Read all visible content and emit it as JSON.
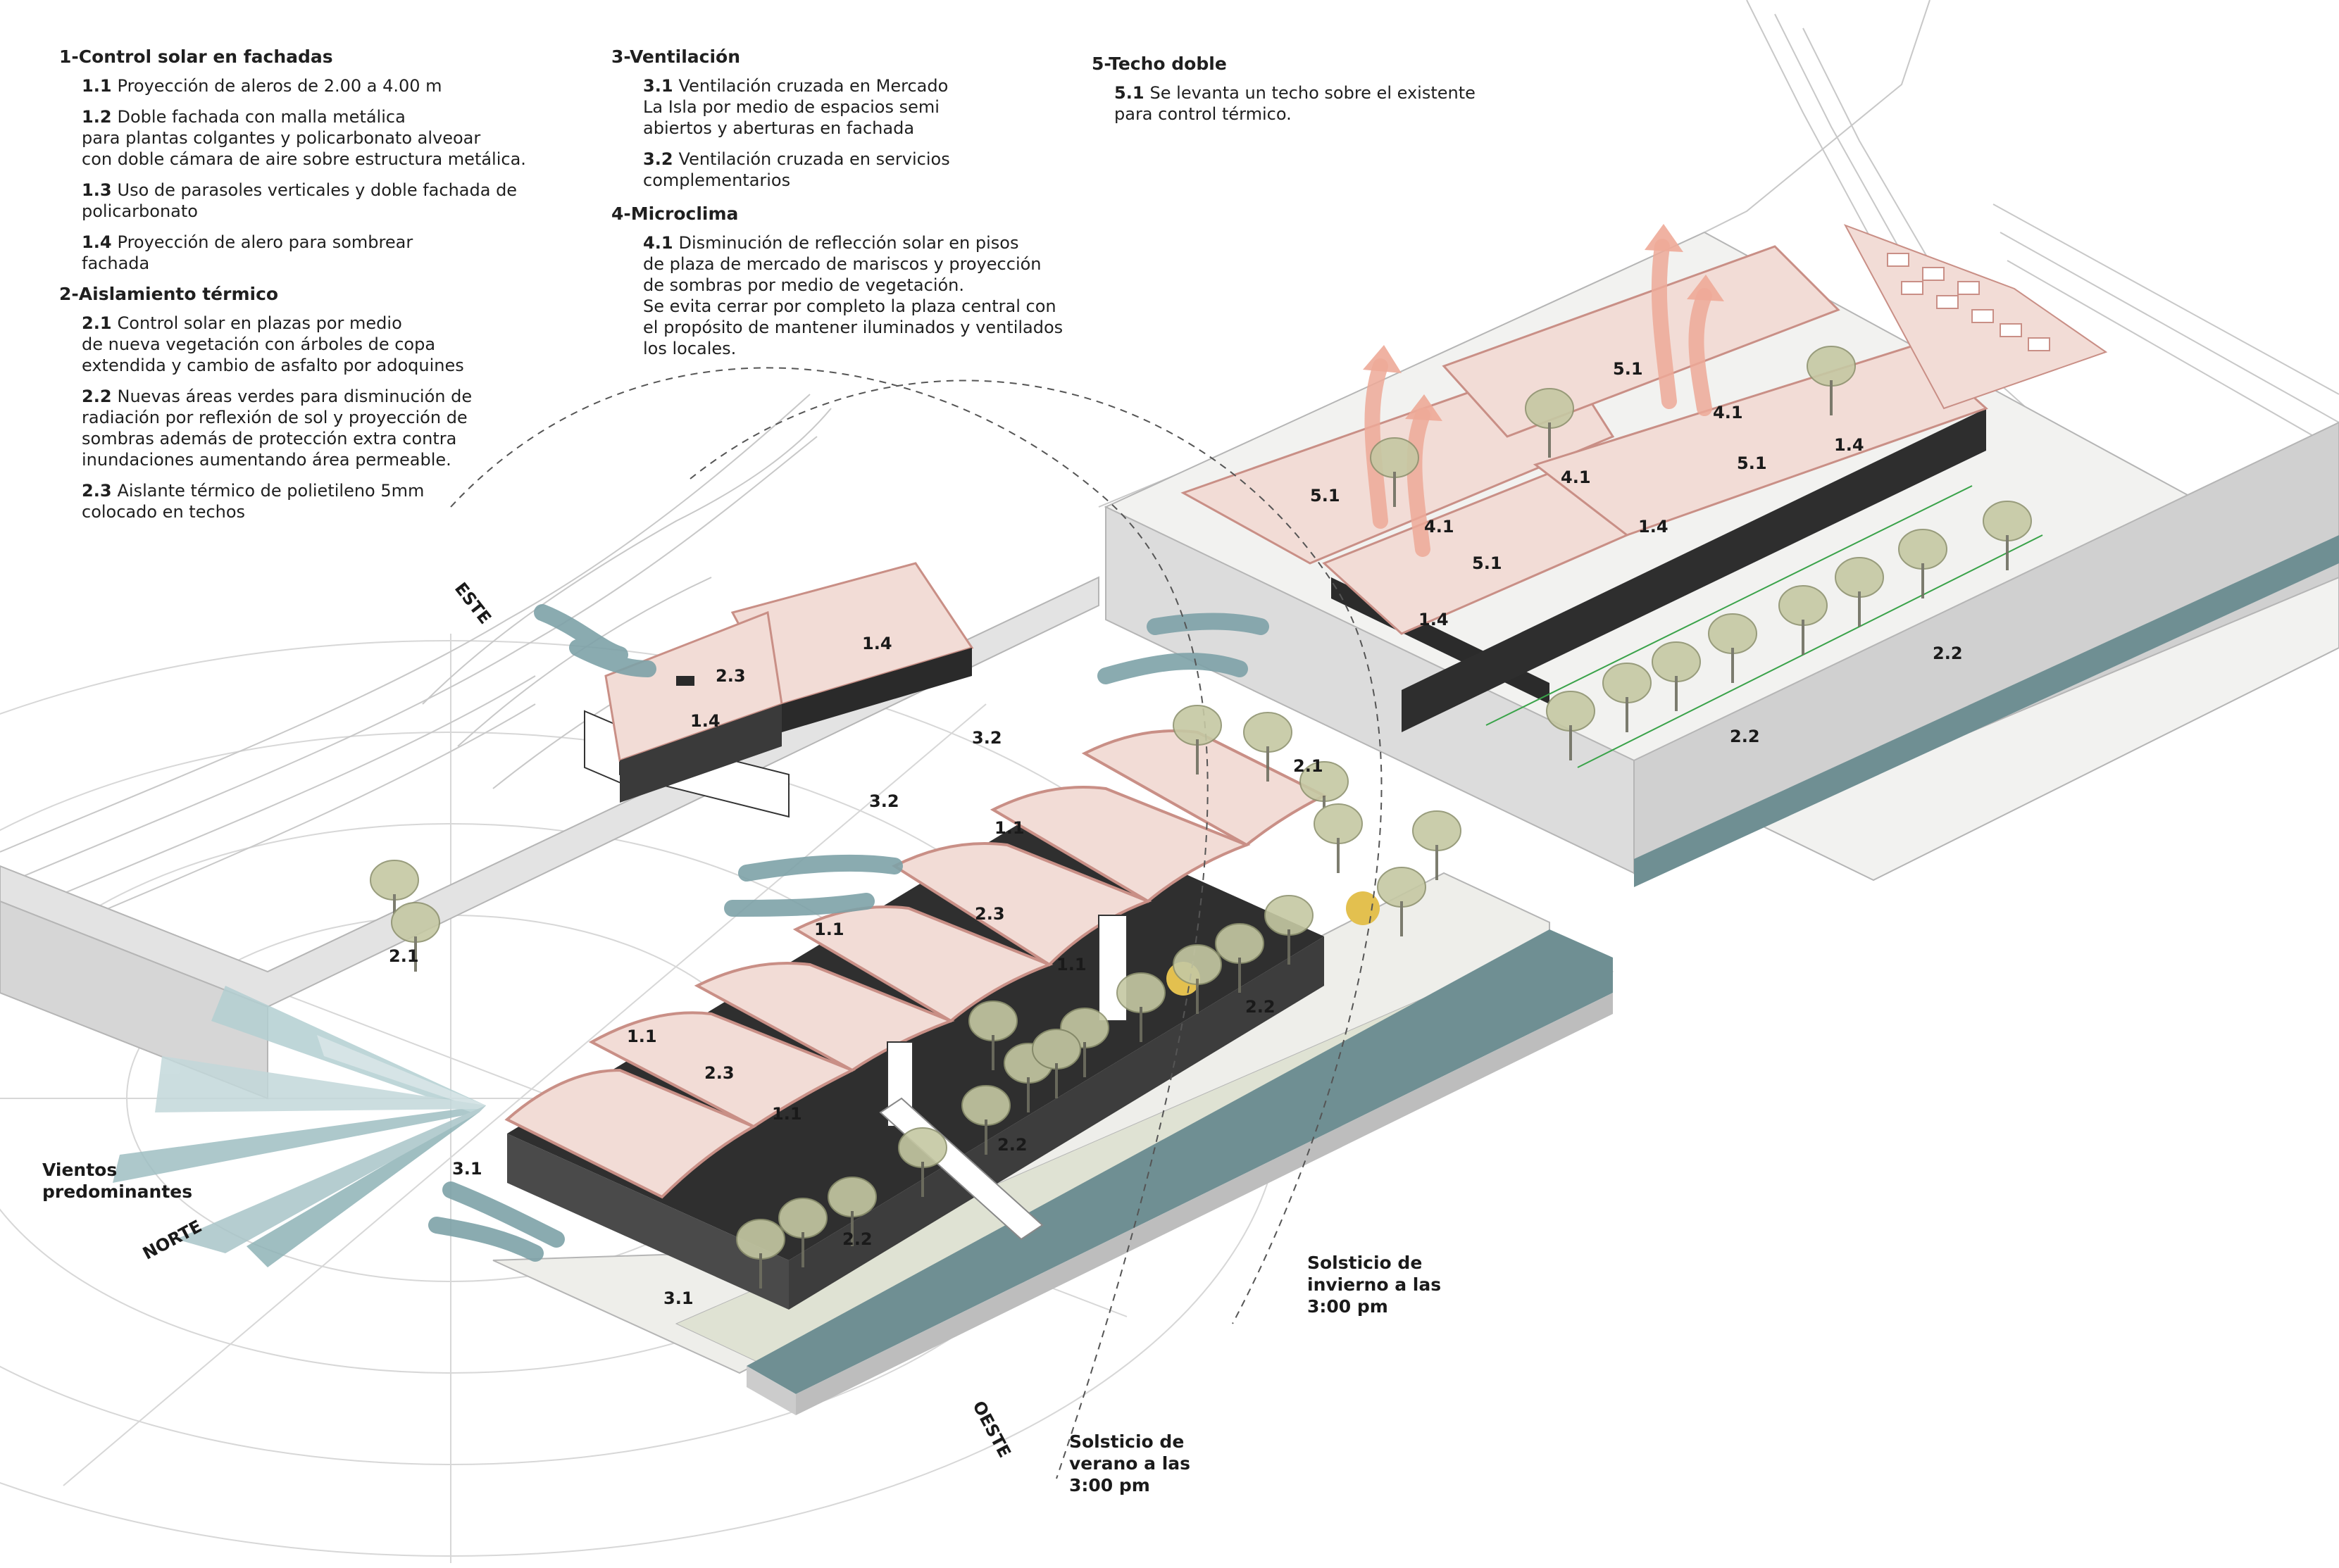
{
  "legend": {
    "s1": {
      "title": "1-Control solar en fachadas",
      "items": [
        {
          "num": "1.1",
          "text": "Proyección de aleros de 2.00 a 4.00 m"
        },
        {
          "num": "1.2",
          "text": "Doble fachada con malla metálica\npara plantas colgantes y policarbonato alveoar\ncon doble cámara de aire sobre estructura metálica."
        },
        {
          "num": "1.3",
          "text": "Uso de parasoles verticales y doble fachada de\npolicarbonato"
        },
        {
          "num": "1.4",
          "text": "Proyección de alero para sombrear\nfachada"
        }
      ]
    },
    "s2": {
      "title": "2-Aislamiento térmico",
      "items": [
        {
          "num": "2.1",
          "text": "Control solar en plazas por medio\nde nueva vegetación con árboles de copa\nextendida y cambio de asfalto por adoquines"
        },
        {
          "num": "2.2",
          "text": "Nuevas áreas verdes para disminución de\nradiación por reflexión de sol y proyección de\nsombras además de protección extra contra\ninundaciones aumentando área permeable."
        },
        {
          "num": "2.3",
          "text": "Aislante térmico de polietileno 5mm\ncolocado en techos"
        }
      ]
    },
    "s3": {
      "title": "3-Ventilación",
      "items": [
        {
          "num": "3.1",
          "text": "Ventilación cruzada en Mercado\nLa Isla por medio de espacios semi\nabiertos y aberturas en fachada"
        },
        {
          "num": "3.2",
          "text": "Ventilación cruzada en servicios\ncomplementarios"
        }
      ]
    },
    "s4": {
      "title": "4-Microclima",
      "items": [
        {
          "num": "4.1",
          "text": "Disminución de reflección solar en pisos\nde plaza de mercado de mariscos y proyección\nde sombras por medio de vegetación.\nSe evita cerrar por completo la plaza central con\nel propósito de mantener iluminados y ventilados\nlos locales."
        }
      ]
    },
    "s5": {
      "title": "5-Techo doble",
      "items": [
        {
          "num": "5.1",
          "text": "Se levanta un techo sobre el existente\npara control térmico."
        }
      ]
    }
  },
  "compass": {
    "este": "ESTE",
    "norte": "NORTE",
    "oeste": "OESTE"
  },
  "annotations": {
    "winds": "Vientos\npredominantes",
    "winter": "Solsticio de\ninvierno a las\n3:00 pm",
    "summer": "Solsticio de\nverano a las\n3:00 pm"
  },
  "tags": [
    {
      "id": "t-23a",
      "text": "2.3"
    },
    {
      "id": "t-14a",
      "text": "1.4"
    },
    {
      "id": "t-14b",
      "text": "1.4"
    },
    {
      "id": "t-32a",
      "text": "3.2"
    },
    {
      "id": "t-32b",
      "text": "3.2"
    },
    {
      "id": "t-21a",
      "text": "2.1"
    },
    {
      "id": "t-21b",
      "text": "2.1"
    },
    {
      "id": "t-11a",
      "text": "1.1"
    },
    {
      "id": "t-23b",
      "text": "2.3"
    },
    {
      "id": "t-11b",
      "text": "1.1"
    },
    {
      "id": "t-11c",
      "text": "1.1"
    },
    {
      "id": "t-22a",
      "text": "2.2"
    },
    {
      "id": "t-11d",
      "text": "1.1"
    },
    {
      "id": "t-23c",
      "text": "2.3"
    },
    {
      "id": "t-11e",
      "text": "1.1"
    },
    {
      "id": "t-22b",
      "text": "2.2"
    },
    {
      "id": "t-31a",
      "text": "3.1"
    },
    {
      "id": "t-22c",
      "text": "2.2"
    },
    {
      "id": "t-31b",
      "text": "3.1"
    },
    {
      "id": "t-51a",
      "text": "5.1"
    },
    {
      "id": "t-41a",
      "text": "4.1"
    },
    {
      "id": "t-14c",
      "text": "1.4"
    },
    {
      "id": "t-51b",
      "text": "5.1"
    },
    {
      "id": "t-41b",
      "text": "4.1"
    },
    {
      "id": "t-51c",
      "text": "5.1"
    },
    {
      "id": "t-41c",
      "text": "4.1"
    },
    {
      "id": "t-51d",
      "text": "5.1"
    },
    {
      "id": "t-14d",
      "text": "1.4"
    },
    {
      "id": "t-14e",
      "text": "1.4"
    },
    {
      "id": "t-22d",
      "text": "2.2"
    },
    {
      "id": "t-22e",
      "text": "2.2"
    }
  ],
  "colors": {
    "roof": "#f2dcd6",
    "roof_edge": "#c98f86",
    "water": "#6f8f93",
    "wind_arrow": "#7ea2a8",
    "heat_arrow": "#eeaa98",
    "sun": "#e3c04f",
    "tree": "#b9bd92"
  }
}
